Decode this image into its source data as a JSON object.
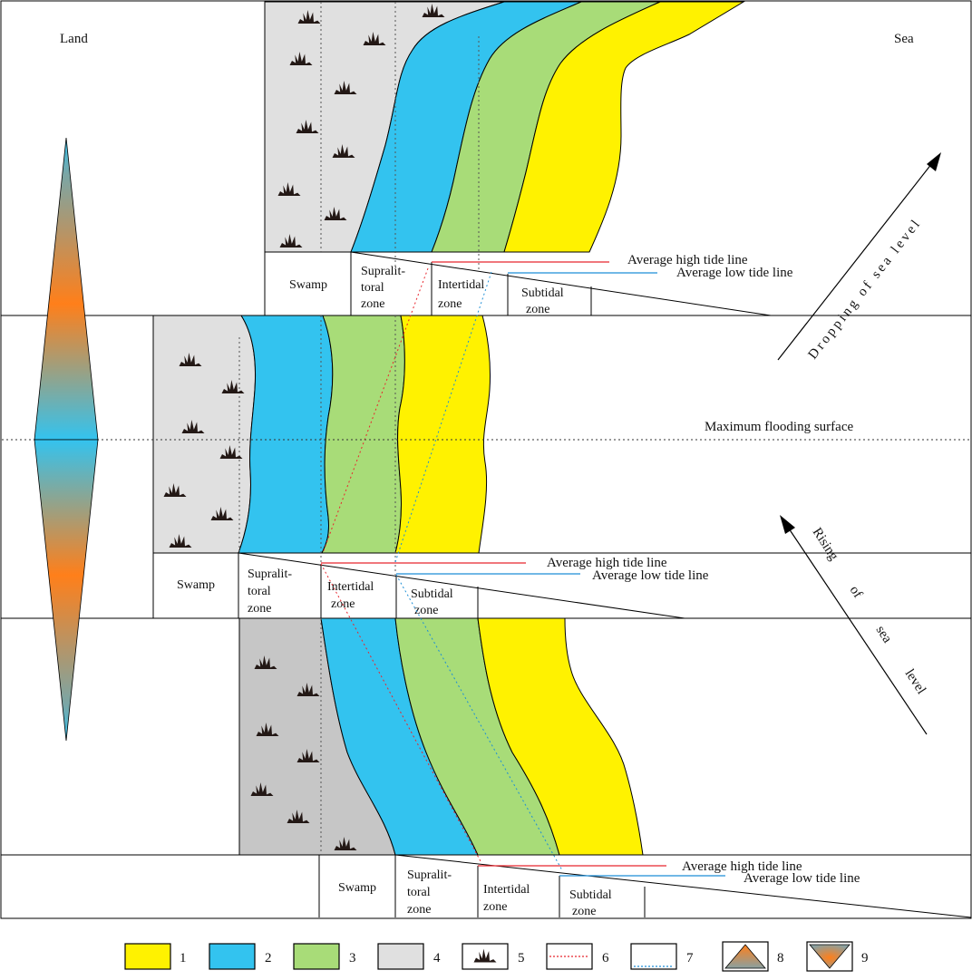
{
  "labels": {
    "land": "Land",
    "sea": "Sea",
    "mfs": "Maximum flooding surface",
    "dropping": "Dropping of sea level",
    "rising_word1": "Rising",
    "rising_word2": "of",
    "rising_word3": "sea",
    "rising_word4": "level"
  },
  "panels": {
    "top": {
      "swamp": "Swamp",
      "supra1": "Supralit-",
      "supra2": "toral",
      "supra3": "zone",
      "inter1": "Intertidal",
      "inter2": "zone",
      "sub1": "Subtidal",
      "sub2": "zone",
      "high_tide": "Average high tide line",
      "low_tide": "Average low tide line"
    },
    "middle": {
      "swamp": "Swamp",
      "supra1": "Supralit-",
      "supra2": "toral",
      "supra3": "zone",
      "inter1": "Intertidal",
      "inter2": "zone",
      "sub1": "Subtidal",
      "sub2": "zone",
      "high_tide": "Average high tide line",
      "low_tide": "Average low tide line"
    },
    "bottom": {
      "swamp": "Swamp",
      "supra1": "Supralit-",
      "supra2": "toral",
      "supra3": "zone",
      "inter1": "Intertidal",
      "inter2": "zone",
      "sub1": "Subtidal",
      "sub2": "zone",
      "high_tide": "Average high tide line",
      "low_tide": "Average low tide line"
    }
  },
  "legend": [
    "1",
    "2",
    "3",
    "4",
    "5",
    "6",
    "7",
    "8",
    "9"
  ],
  "colors": {
    "subtidal": "#fff200",
    "supralittoral": "#33c3ef",
    "intertidal": "#a8dc78",
    "swamp": "#e0e0e0",
    "swamp_dark": "#c6c6c6",
    "high_tide_line": "#e8262d",
    "low_tide_line": "#1c8ed6",
    "accent_orange": "#ff7f1a",
    "accent_blue": "#33c3ef"
  }
}
